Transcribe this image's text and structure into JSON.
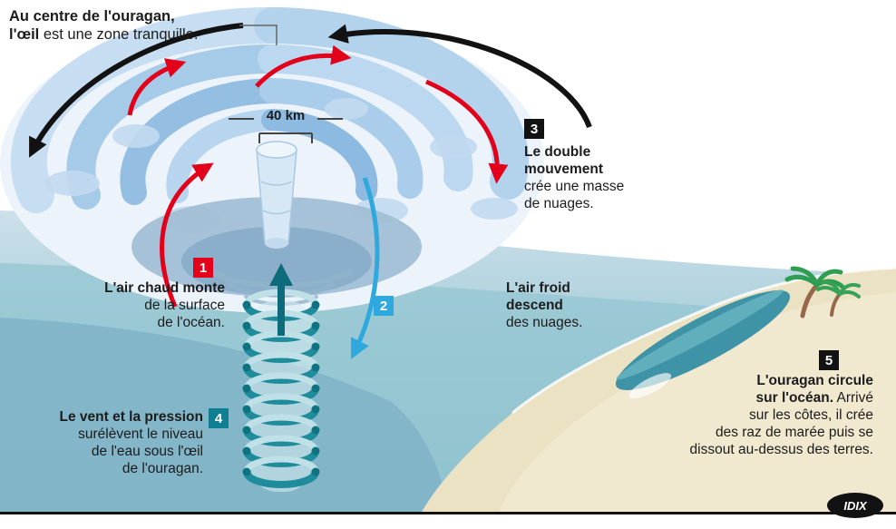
{
  "title": {
    "line1": "Au centre de l'ouragan,",
    "line2_bold": "l'œil",
    "line2_rest": " est une zone tranquille."
  },
  "scale": {
    "label": "40 km"
  },
  "callouts": {
    "c1": {
      "num": "1",
      "accent": "#e2001a",
      "bold": "L'air chaud monte",
      "line2": "de la surface",
      "line3": "de l'océan."
    },
    "c2": {
      "num": "2",
      "accent": "#2fa8dd",
      "bold1": "L'air froid",
      "bold2": "descend",
      "line3": "des nuages."
    },
    "c3": {
      "num": "3",
      "accent": "#121212",
      "bold1": "Le double",
      "bold2": "mouvement",
      "line3": "crée une masse",
      "line4": "de nuages."
    },
    "c4": {
      "num": "4",
      "accent": "#0f7f91",
      "bold": "Le vent et la pression",
      "line2": "surélèvent le niveau",
      "line3": "de l'eau sous l'œil",
      "line4": "de l'ouragan."
    },
    "c5": {
      "num": "5",
      "accent": "#121212",
      "bold1": "L'ouragan circule",
      "bold2": "sur l'océan.",
      "rest2": " Arrivé",
      "line3": "sur les côtes, il crée",
      "line4": "des raz de marée puis se",
      "line5": "dissout au-dessus des terres."
    }
  },
  "colors": {
    "warm_air_arrow": "#e2001a",
    "cold_air_arrow": "#2fa8dd",
    "rotation_arrow": "#121212",
    "water_coil": "#1f8c9c",
    "cloud": "#aecfe9",
    "ocean": "#8fc0d0",
    "sand": "#ebe1c3"
  },
  "logo": {
    "label": "IDIX"
  }
}
